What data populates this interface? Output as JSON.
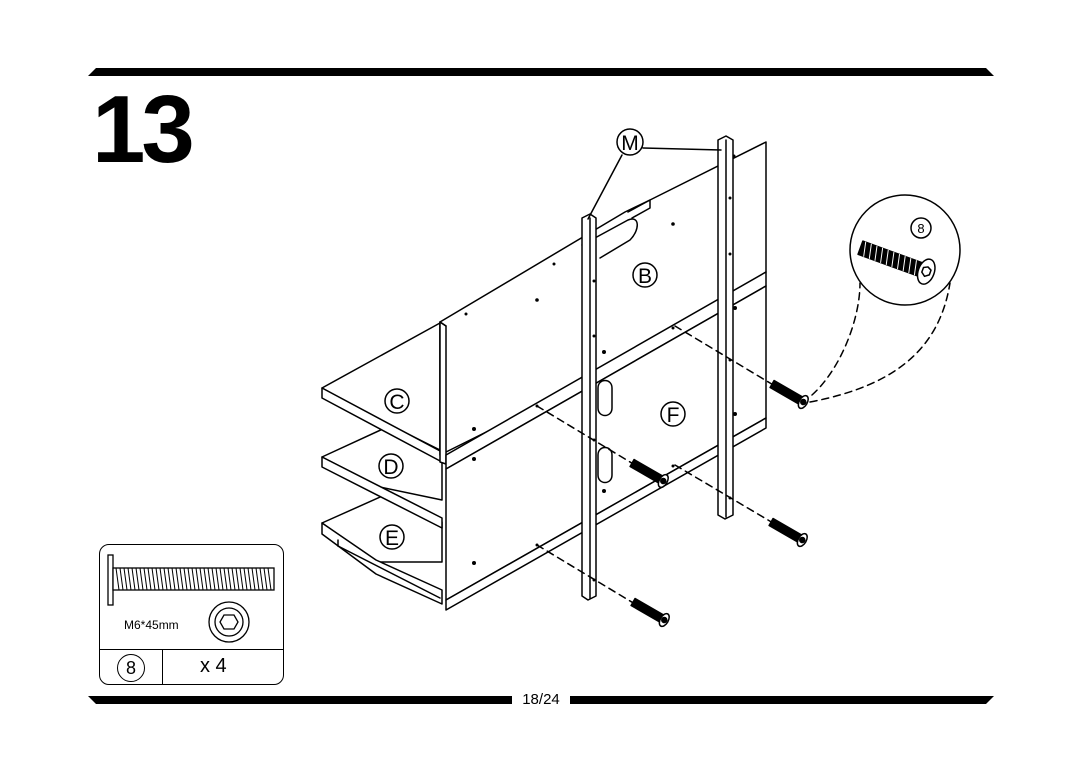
{
  "step": {
    "number": "13"
  },
  "footer": {
    "page_number": "18/24"
  },
  "callouts": {
    "rail": "M",
    "panel_top": "B",
    "shelf_top": "C",
    "shelf_middle": "D",
    "shelf_bottom": "E",
    "panel_front": "F",
    "screw_zoom": "8"
  },
  "parts_box": {
    "spec": "M6*45mm",
    "part_id": "8",
    "quantity": "x 4"
  },
  "colors": {
    "ink": "#000000",
    "paper": "#ffffff"
  },
  "icons": [
    "bolt-icon",
    "hex-socket-icon"
  ]
}
